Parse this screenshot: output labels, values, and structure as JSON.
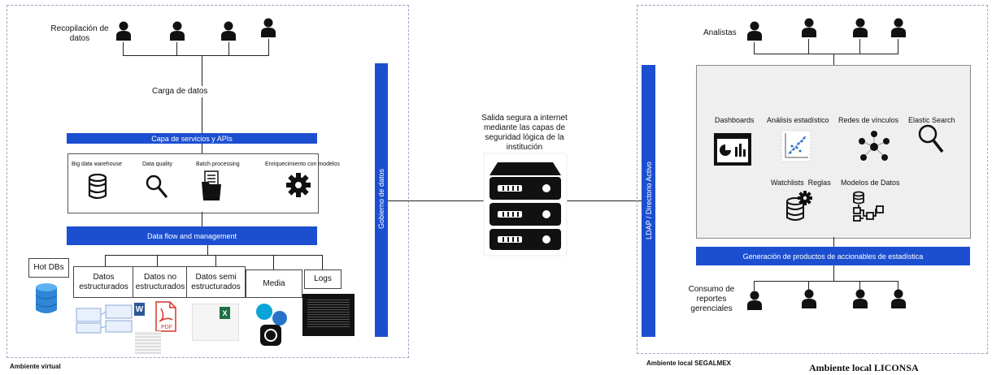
{
  "left": {
    "collect_label": "Recopilación de datos",
    "load_label": "Carga de datos",
    "services_bar": "Capa de servicios y APIs",
    "tools": [
      {
        "label": "Big data warehouse",
        "icon": "database-icon"
      },
      {
        "label": "Data quality",
        "icon": "magnifier-icon"
      },
      {
        "label": "Batch processing",
        "icon": "folder-icon"
      },
      {
        "label": "Enriquecimiento con modelos",
        "icon": "gear-icon"
      }
    ],
    "flow_bar": "Data flow and management",
    "governance": "Gobierno de datos",
    "hotdbs": "Hot DBs",
    "sources": [
      {
        "label": "Datos estructurados"
      },
      {
        "label": "Datos no estructurados"
      },
      {
        "label": "Datos semi estructurados"
      },
      {
        "label": "Media"
      },
      {
        "label": "Logs"
      }
    ],
    "file_icons": {
      "word": "W",
      "pdf": "PDF",
      "excel": "X"
    },
    "footer": "Ambiente virtual"
  },
  "center": {
    "text": "Salida segura a internet mediante las capas de seguridad lógica de la institución",
    "icon": "server-icon"
  },
  "right": {
    "ldap": "LDAP / Directorio Activo",
    "analysts_label": "Analistas",
    "tools": [
      {
        "label": "Dashboards",
        "icon": "dashboard-icon"
      },
      {
        "label": "Análisis estadístico",
        "icon": "scatter-icon"
      },
      {
        "label": "Redes de vínculos",
        "icon": "network-icon"
      },
      {
        "label": "Elastic Search",
        "icon": "search-icon"
      },
      {
        "label": "Watchlists  Reglas",
        "icon": "database-gear-icon"
      },
      {
        "label": "Modelos de Datos",
        "icon": "data-model-icon"
      }
    ],
    "products_bar": "Generación de productos de accionables de estadística",
    "consumers_label": "Consumo de reportes gerenciales",
    "footer_segalmex": "Ambiente local SEGALMEX",
    "footer_liconsa": "Ambiente local LICONSA"
  }
}
